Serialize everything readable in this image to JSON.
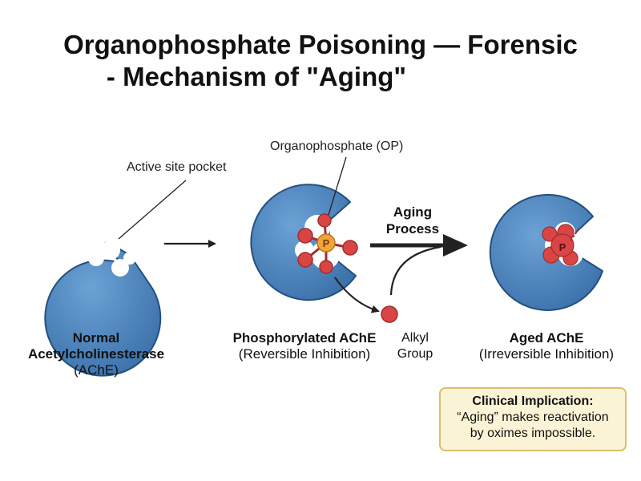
{
  "title": {
    "line1": "Organophosphate Poisoning — Forensic",
    "line2": "- Mechanism of \"Aging\""
  },
  "callouts": {
    "active_site": "Active site pocket",
    "op": "Organophosphate (OP)"
  },
  "stages": [
    {
      "name": "Normal Acetylcholinesterase",
      "name_line1": "Normal",
      "name_line2": "Acetylcholinesterase",
      "sub": "(AChE)"
    },
    {
      "name": "Phosphorylated AChE",
      "sub": "(Reversible Inhibition)"
    },
    {
      "name": "Aged AChE",
      "sub": "(Irreversible Inhibition)"
    }
  ],
  "aging_process": {
    "line1": "Aging",
    "line2": "Process"
  },
  "alkyl_group": {
    "line1": "Alkyl",
    "line2": "Group"
  },
  "phosphorus_symbol": "P",
  "clinical": {
    "heading": "Clinical Implication:",
    "line1": "“Aging” makes reactivation",
    "line2": "by oximes impossible."
  },
  "colors": {
    "enzyme": "#4a84bd",
    "enzyme_stroke": "#23507e",
    "atom_red": "#d94545",
    "phosphorus": "#f0a43a",
    "callout_bg": "#fbf3d6",
    "callout_border": "#d7bf6a"
  }
}
